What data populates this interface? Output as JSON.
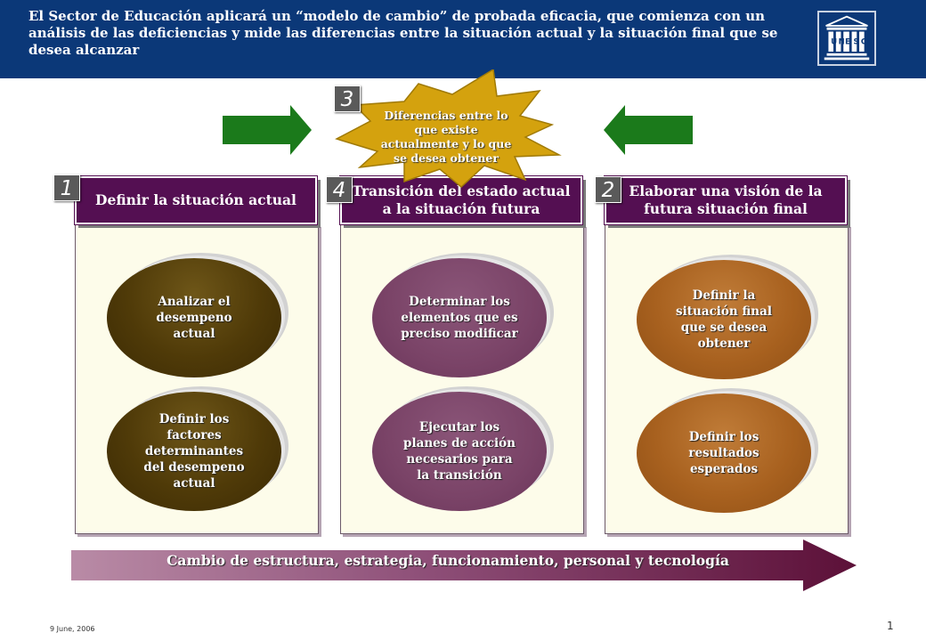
{
  "header": {
    "title": "El Sector de Educación aplicará un “modelo de cambio” de probada eficacia, que comienza con un análisis de las deficiencias y mide las diferencias entre la situación actual y la situación final que se desea alcanzar",
    "logo_text": "UNESCO"
  },
  "burst": {
    "number": "3",
    "text": "Diferencias entre lo que existe actualmente y lo que se desea obtener"
  },
  "columns": [
    {
      "number": "1",
      "title": "Definir la situación actual",
      "ovals": [
        "Analizar el desempeno actual",
        "Definir los factores determinantes del desempeno actual"
      ]
    },
    {
      "number": "4",
      "title": "Transición del estado actual a la situación futura",
      "ovals": [
        "Determinar los elementos que es preciso modificar",
        "Ejecutar los planes de acción necesarios para la transición"
      ]
    },
    {
      "number": "2",
      "title": "Elaborar una visión de la futura situación final",
      "ovals": [
        "Definir la situación final que se desea obtener",
        "Definir los resultados esperados"
      ]
    }
  ],
  "bottom_arrow": {
    "label": "Cambio de estructura, estrategia, funcionamiento, personal y tecnología"
  },
  "footer": {
    "date": "9 June, 2006",
    "page": "1"
  },
  "colors": {
    "header_bg": "#0b3878",
    "column_header": "#540f52",
    "panel_bg": "#fdfcea",
    "oval_brown": "#4f3a08",
    "oval_purple": "#7a4367",
    "oval_orange": "#a8611f",
    "burst": "#d4a20e",
    "green_arrow": "#1b7a1b"
  }
}
